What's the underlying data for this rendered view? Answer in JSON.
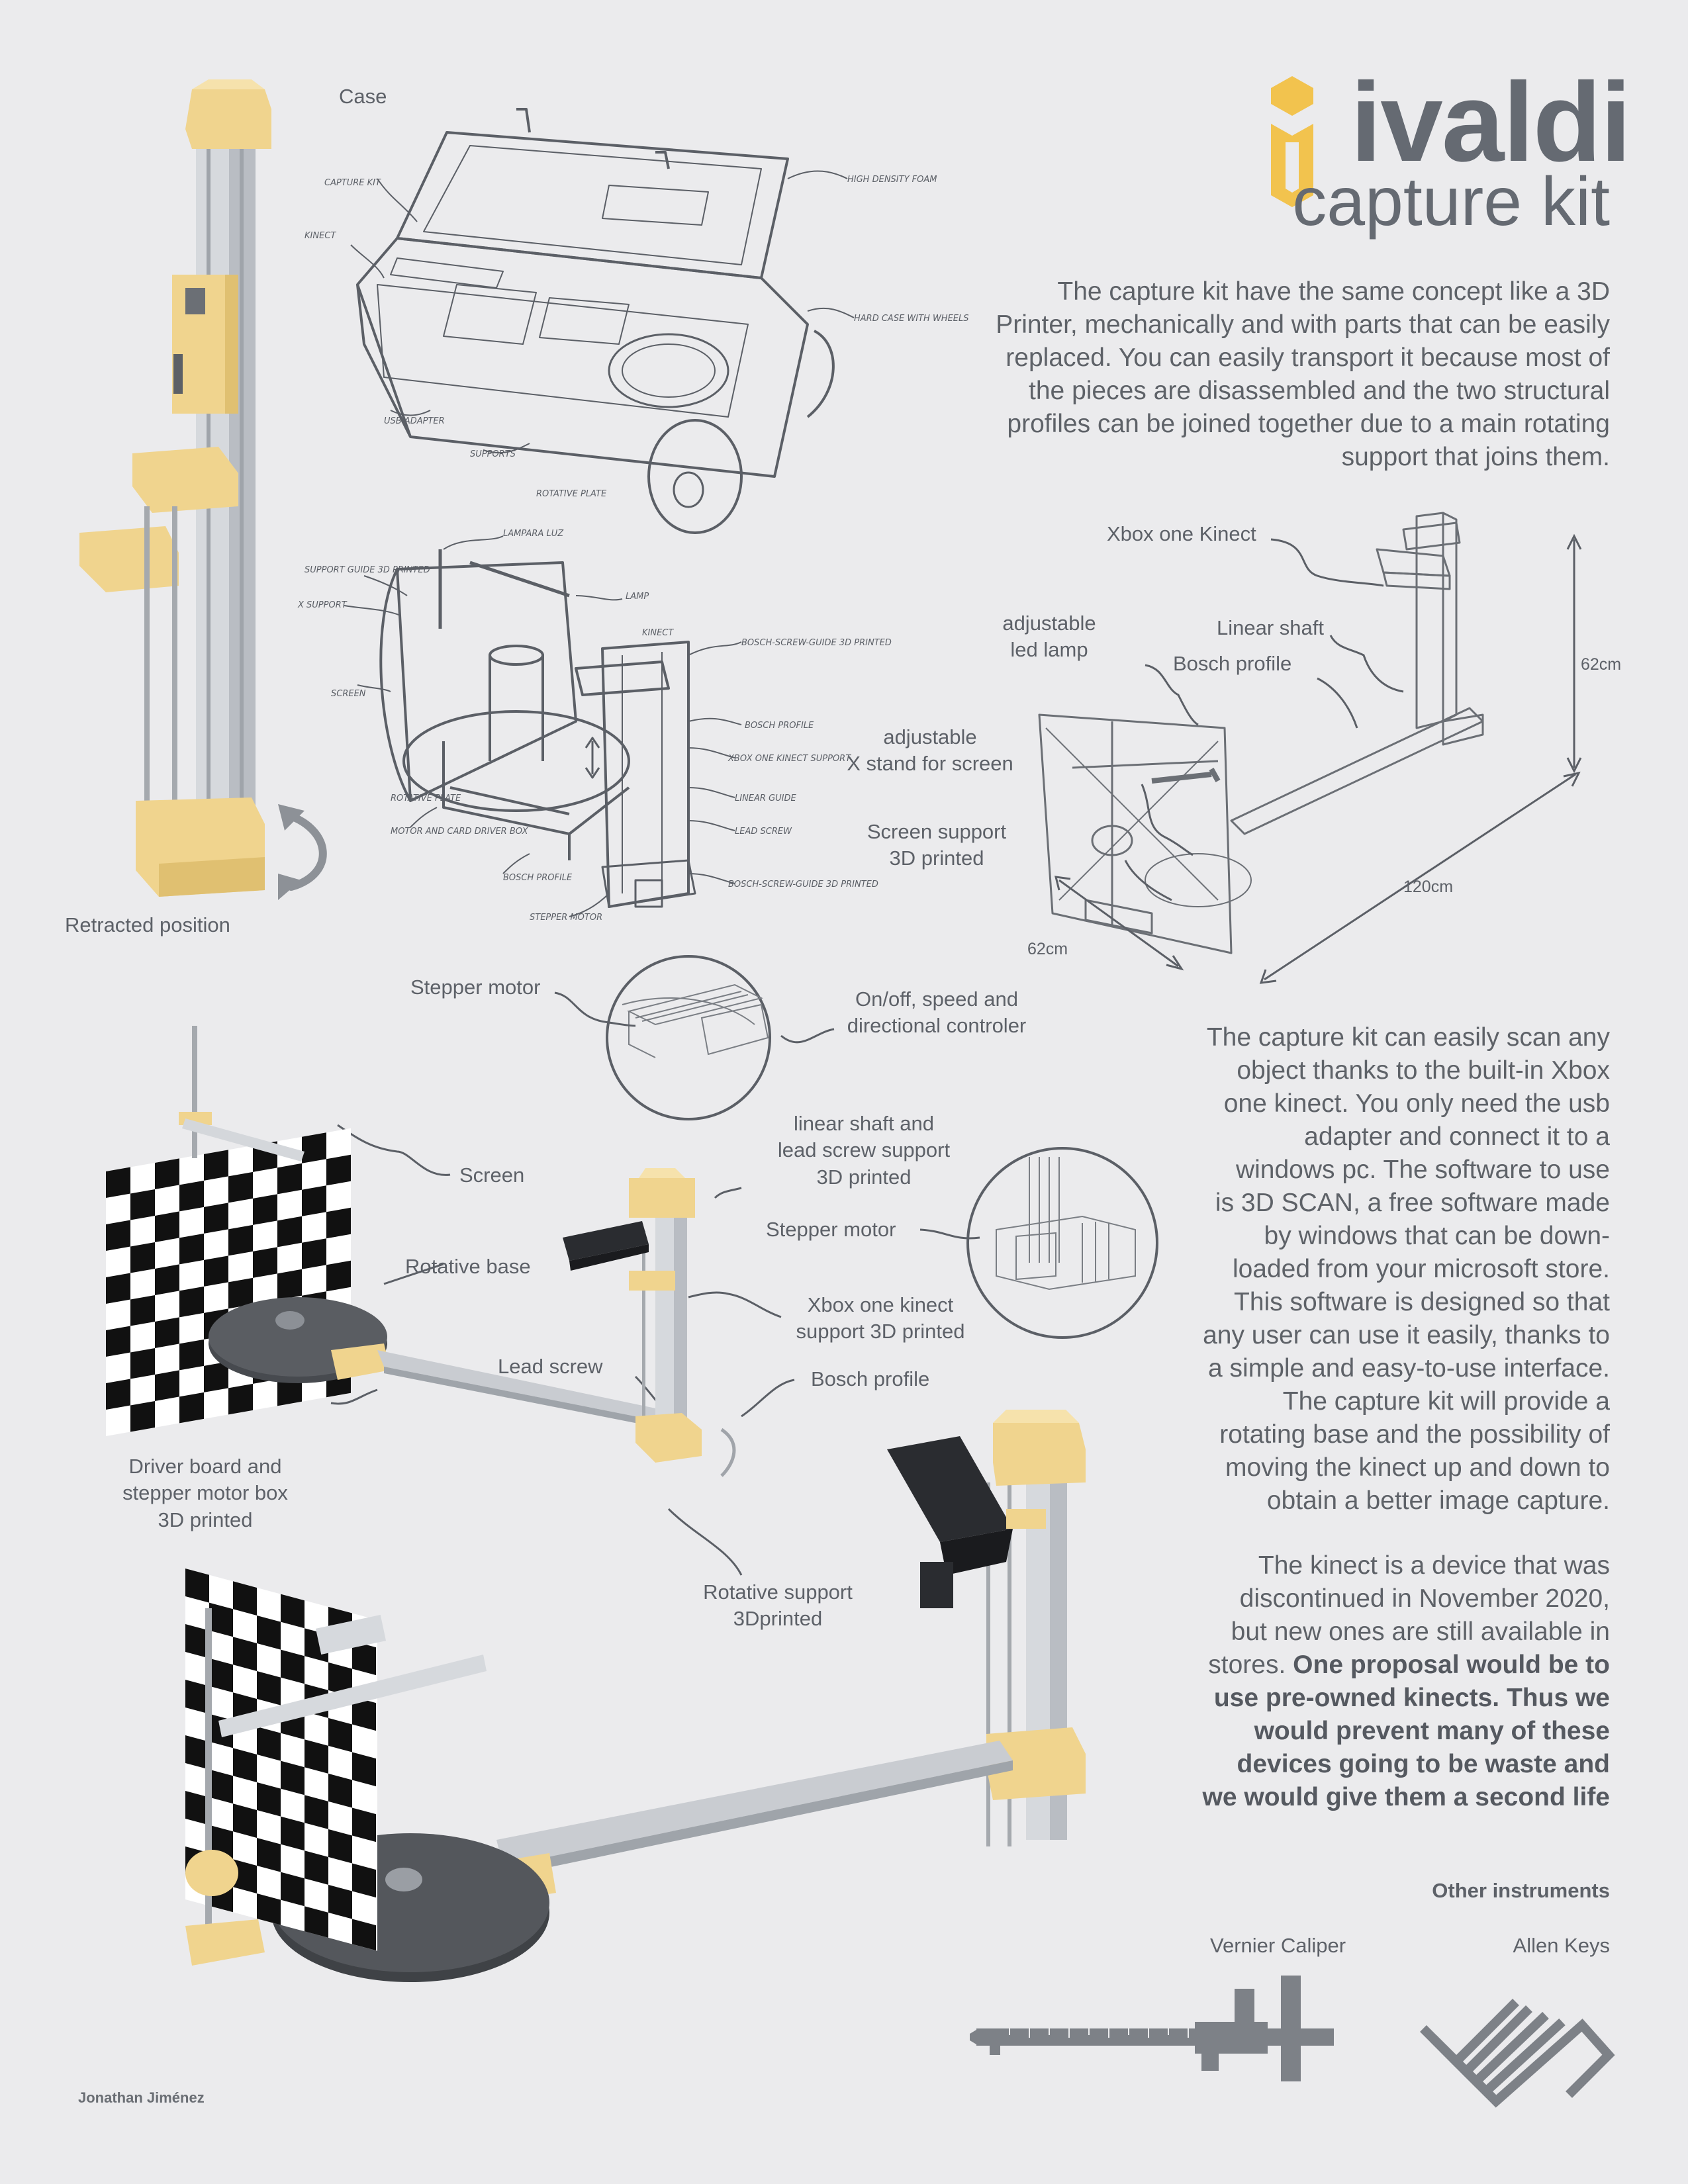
{
  "brand": {
    "name": "ivaldi",
    "product": "capture kit",
    "logo_color": "#f2c34e",
    "text_color": "#656a72"
  },
  "intro_text": "The capture kit have the same concept like a 3D\nPrinter, mechanically and with parts that can be easily\nreplaced. You can easily transport it because most of\nthe pieces are disassembled and the two structural\nprofiles can be joined together due to a main rotating\nsupport that joins them.",
  "section_labels": {
    "case": "Case",
    "retracted_position": "Retracted position"
  },
  "dimension_diagram": {
    "xbox_kinect": "Xbox one Kinect",
    "adjustable_lamp": "adjustable\nled lamp",
    "linear_shaft": "Linear shaft",
    "bosch_profile": "Bosch profile",
    "x_stand": "adjustable\nX stand for screen",
    "screen_support": "Screen support\n3D printed",
    "height": "62cm",
    "length": "120cm",
    "depth": "62cm"
  },
  "assembly_labels": {
    "stepper_motor_top": "Stepper motor",
    "controller": "On/off, speed and\ndirectional controler",
    "screen": "Screen",
    "linear_shaft_support": "linear shaft and\nlead screw support\n3D printed",
    "stepper_motor_mid": "Stepper motor",
    "rotative_base": "Rotative base",
    "kinect_support": "Xbox one kinect\nsupport 3D printed",
    "lead_screw": "Lead screw",
    "bosch_profile": "Bosch profile",
    "driver_board": "Driver board and\nstepper motor box\n3D printed",
    "rotative_support": "Rotative support\n3Dprinted"
  },
  "body_text": "The capture kit can easily scan any\nobject thanks to the built-in Xbox\none kinect. You only need the usb\nadapter and connect it to a\nwindows pc. The software to use\nis 3D SCAN, a free software made\nby windows that can be down-\nloaded from your microsoft store.\nThis software is designed so that\nany user can use it easily, thanks to\na simple and easy-to-use interface.\nThe capture kit will provide a\nrotating base and the possibility of\nmoving the kinect up and down to\nobtain a better image capture.",
  "kinect_text_regular": "The kinect is a device that was\ndiscontinued in November 2020,\nbut new ones are still available in\nstores.",
  "kinect_text_bold_first": "One proposal would be to",
  "kinect_text_bold": "use pre-owned kinects. Thus we\nwould prevent many of these\ndevices  going to be waste and\nwe would give them a second life",
  "other_instruments": {
    "title": "Other instruments",
    "caliper": "Vernier Caliper",
    "allen_keys": "Allen Keys"
  },
  "author": "Jonathan Jiménez",
  "colors": {
    "background": "#ebebed",
    "printed_part": "#f0d48e",
    "aluminium": "#c9ccd1",
    "sketch_line": "#5b5f66",
    "base_dark": "#474a4f"
  }
}
